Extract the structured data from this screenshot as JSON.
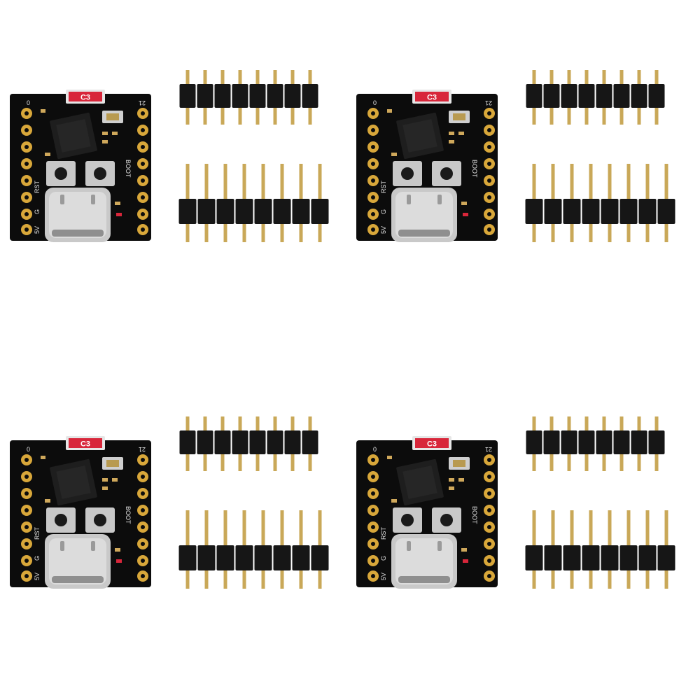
{
  "colors": {
    "background": "#ffffff",
    "pcb": "#0c0c0c",
    "pad_gold": "#d8a73a",
    "antenna_red": "#d8263a",
    "usb_silver": "#c9c9c9",
    "header_plastic": "#161616",
    "pin_gold": "#c9a858"
  },
  "kits": [
    {
      "board": {
        "antenna_label": "C3",
        "left_top_pin": "0",
        "right_top_pin": "21",
        "boot_label": "BOOT",
        "rst_label": "RST",
        "power_label": "5V",
        "gnd_label": "G"
      },
      "pins_per_header": 8,
      "header_count": 2
    },
    {
      "board": {
        "antenna_label": "C3",
        "left_top_pin": "0",
        "right_top_pin": "21",
        "boot_label": "BOOT",
        "rst_label": "RST",
        "power_label": "5V",
        "gnd_label": "G"
      },
      "pins_per_header": 8,
      "header_count": 2
    },
    {
      "board": {
        "antenna_label": "C3",
        "left_top_pin": "0",
        "right_top_pin": "21",
        "boot_label": "BOOT",
        "rst_label": "RST",
        "power_label": "5V",
        "gnd_label": "G"
      },
      "pins_per_header": 8,
      "header_count": 2
    },
    {
      "board": {
        "antenna_label": "C3",
        "left_top_pin": "0",
        "right_top_pin": "21",
        "boot_label": "BOOT",
        "rst_label": "RST",
        "power_label": "5V",
        "gnd_label": "G"
      },
      "pins_per_header": 8,
      "header_count": 2
    }
  ]
}
